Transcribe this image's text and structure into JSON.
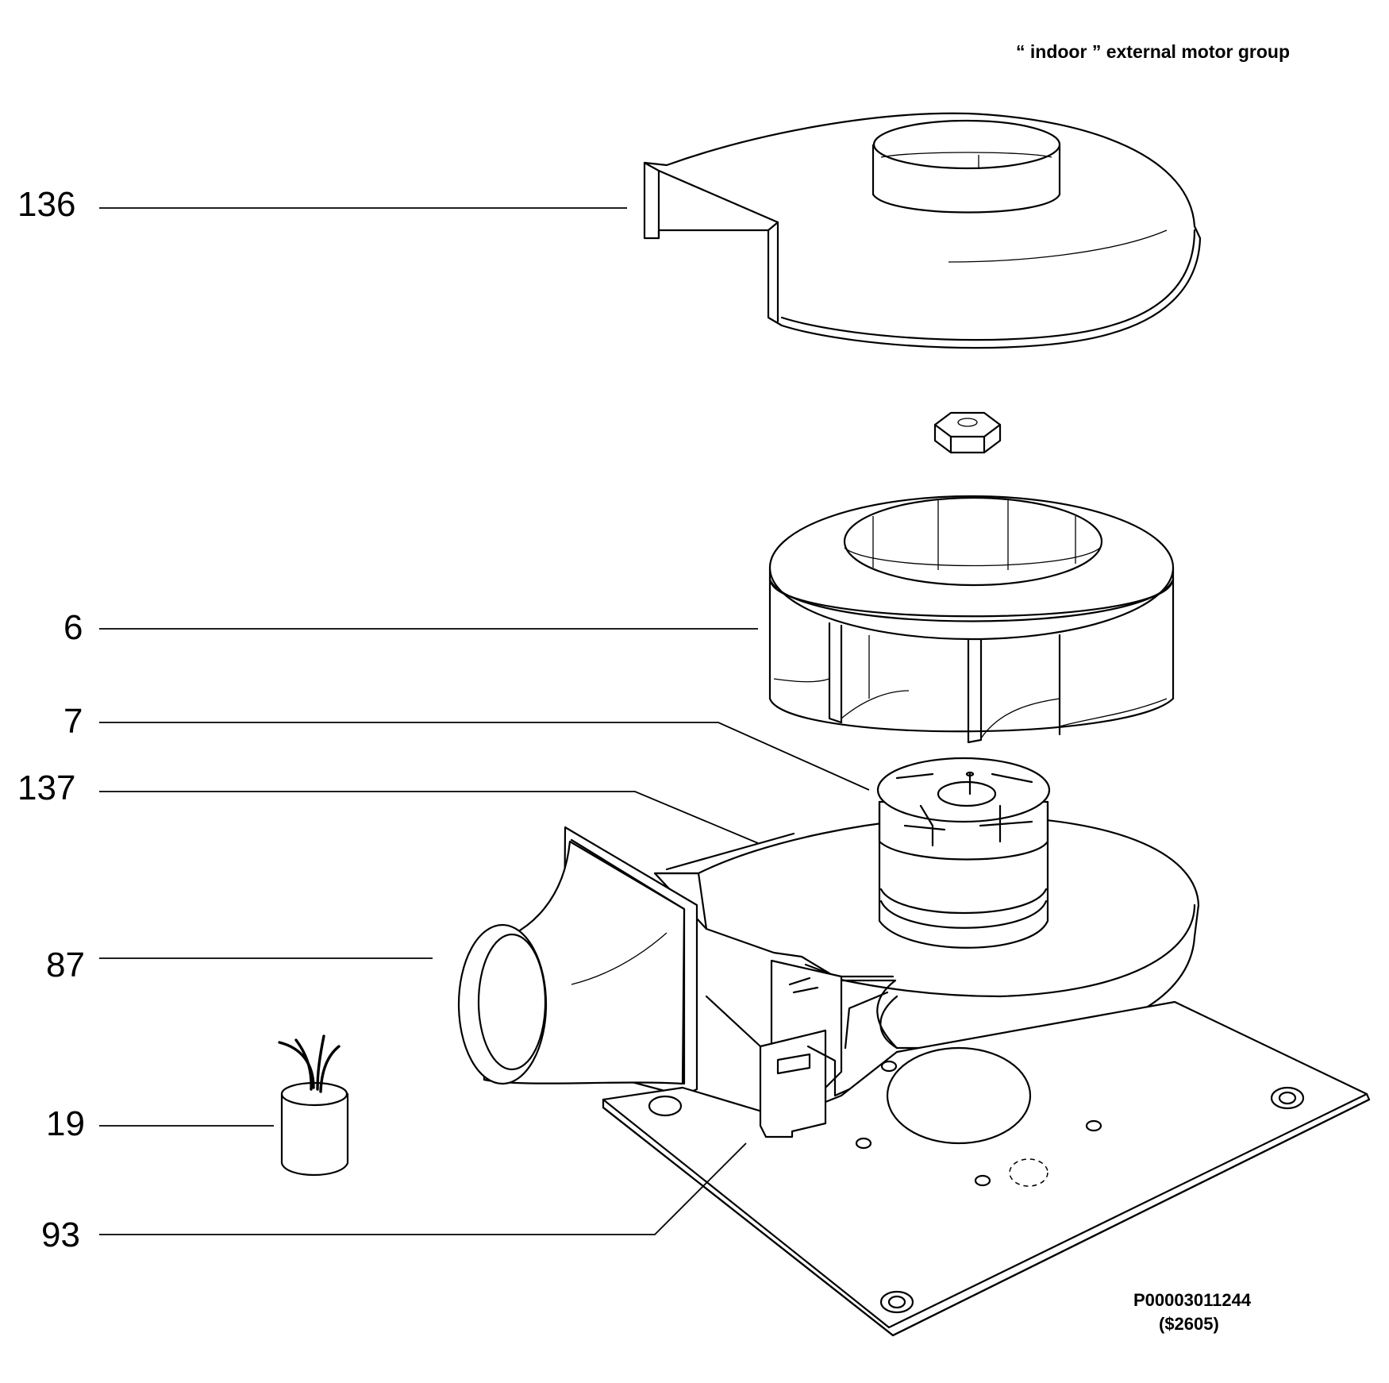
{
  "header": {
    "title": "“ indoor ” external motor group"
  },
  "footer": {
    "code": "P00003011244",
    "subcode": "($2605)"
  },
  "callouts": [
    {
      "id": "136",
      "label": "136"
    },
    {
      "id": "6",
      "label": "6"
    },
    {
      "id": "7",
      "label": "7"
    },
    {
      "id": "137",
      "label": "137"
    },
    {
      "id": "87",
      "label": "87"
    },
    {
      "id": "19",
      "label": "19"
    },
    {
      "id": "93",
      "label": "93"
    }
  ]
}
